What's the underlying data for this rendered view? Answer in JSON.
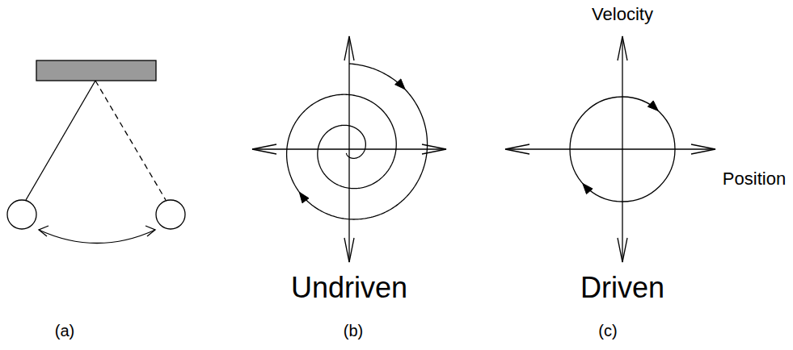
{
  "diagram": {
    "labels": [
      "(a)",
      "Undriven",
      "(b)",
      "Velocity",
      "Position",
      "Driven",
      "(c)"
    ]
  }
}
